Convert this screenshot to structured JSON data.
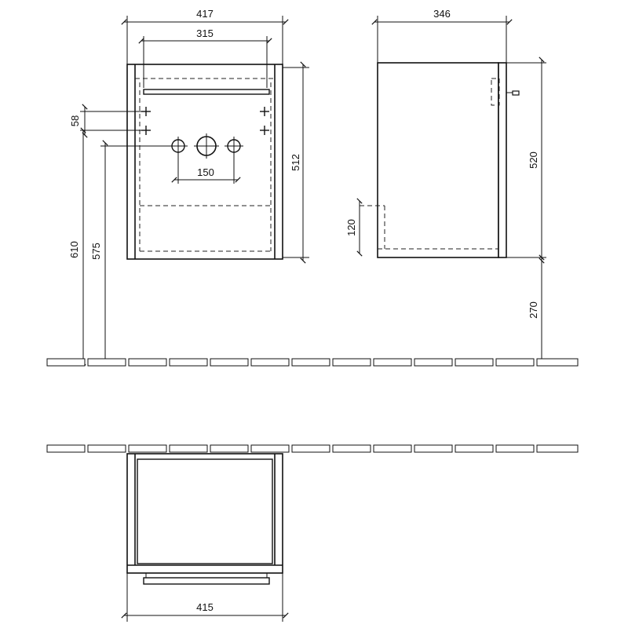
{
  "dimensions": {
    "front_width": "417",
    "top_span": "315",
    "valve_offset": "58",
    "hole_spacing": "150",
    "front_height": "512",
    "side_depth": "346",
    "side_height": "520",
    "cutout_height": "120",
    "floor_clearance": "270",
    "height_610": "610",
    "height_575": "575",
    "plan_width": "415"
  }
}
